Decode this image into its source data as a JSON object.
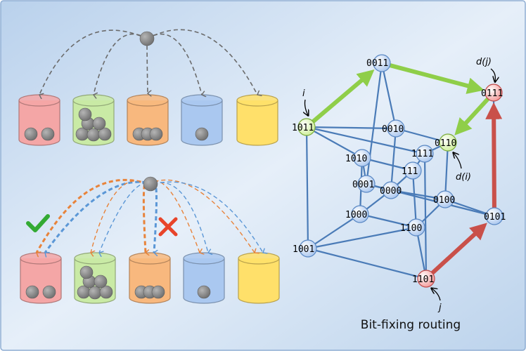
{
  "colors": {
    "bin_red": "#f4a6a6",
    "bin_green": "#c9eaa5",
    "bin_orange": "#f8b87e",
    "bin_blue": "#aac8f0",
    "bin_yellow": "#ffe06a",
    "ball": "#8c8c8c",
    "edge": "#4a7bb7",
    "green_path": "#8fce49",
    "red_path": "#c9504a",
    "dash_orange": "#e8833a",
    "dash_blue": "#5b97d6",
    "check": "#33aa33",
    "cross": "#e8442a"
  },
  "icons": {
    "check": "check-icon",
    "cross": "cross-icon"
  },
  "top_bins": [
    {
      "color": "bin_red",
      "balls": 2
    },
    {
      "color": "bin_green",
      "balls": 6
    },
    {
      "color": "bin_orange",
      "balls": 3
    },
    {
      "color": "bin_blue",
      "balls": 1
    },
    {
      "color": "bin_yellow",
      "balls": 0
    }
  ],
  "bottom_bins": [
    {
      "color": "bin_red",
      "balls": 2
    },
    {
      "color": "bin_green",
      "balls": 6
    },
    {
      "color": "bin_orange",
      "balls": 3
    },
    {
      "color": "bin_blue",
      "balls": 1
    },
    {
      "color": "bin_yellow",
      "balls": 0
    }
  ],
  "hypercube": {
    "nodes": [
      "0011",
      "0111",
      "1011",
      "0010",
      "0110",
      "1111",
      "1010",
      "111",
      "0001",
      "0000",
      "0100",
      "1000",
      "0101",
      "1100",
      "1001",
      "1101"
    ],
    "source_label": "i",
    "dest_label": "j",
    "d_i_label": "d(i)",
    "d_j_label": "d(j)",
    "caption": "Bit-fixing routing"
  }
}
